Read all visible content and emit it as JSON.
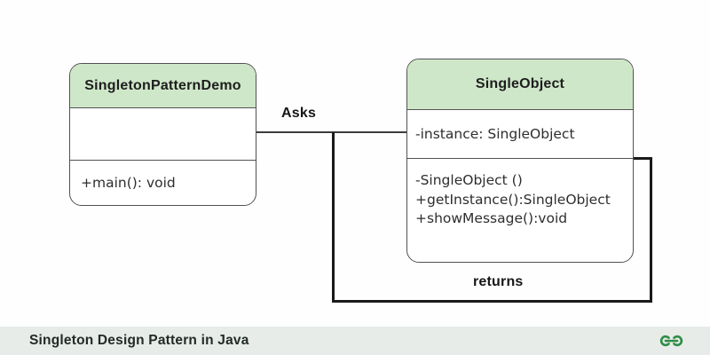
{
  "diagram": {
    "classes": [
      {
        "name": "SingletonPatternDemo",
        "attributes": [],
        "methods": [
          "+main(): void"
        ]
      },
      {
        "name": "SingleObject",
        "attributes": [
          "-instance: SingleObject"
        ],
        "methods": [
          "-SingleObject ()",
          "+getInstance():SingleObject",
          "+showMessage():void"
        ]
      }
    ],
    "relations": {
      "asks_label": "Asks",
      "returns_label": "returns"
    }
  },
  "footer": {
    "title": "Singleton Design Pattern in Java",
    "logo": "geeksforgeeks-logo"
  },
  "colors": {
    "class_header": "#cfe7c9",
    "box_border": "#525252",
    "thin_line": "#3d3d3d",
    "thick_line": "#1a1a1a",
    "footer_bg": "#e7ece8",
    "logo_green": "#2f8d46"
  }
}
